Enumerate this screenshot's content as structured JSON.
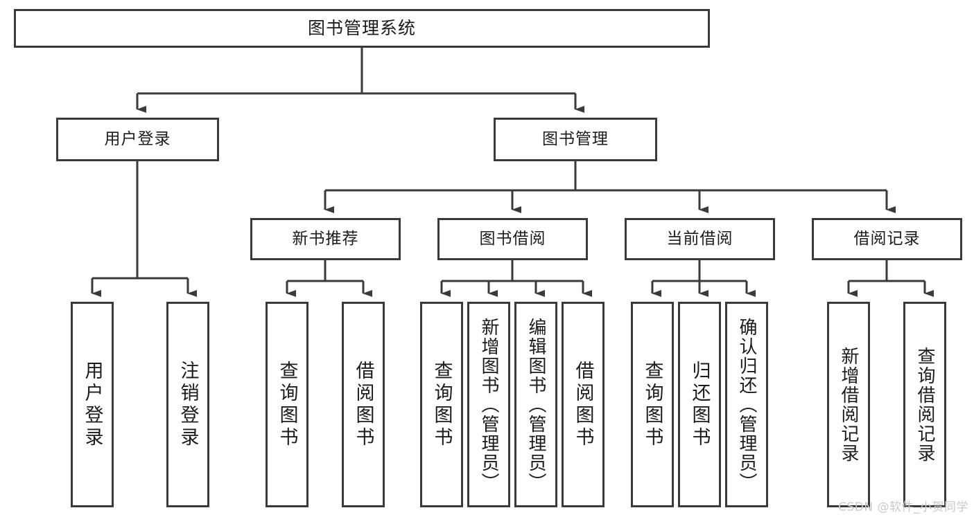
{
  "diagram": {
    "title": "图书管理系统",
    "type": "tree",
    "root": {
      "label": "图书管理系统"
    },
    "level2": [
      {
        "label": "用户登录"
      },
      {
        "label": "图书管理"
      }
    ],
    "level3": [
      {
        "label": "新书推荐"
      },
      {
        "label": "图书借阅"
      },
      {
        "label": "当前借阅"
      },
      {
        "label": "借阅记录"
      }
    ],
    "leaves": {
      "user_login": [
        {
          "label": "用户登录"
        },
        {
          "label": "注销登录"
        }
      ],
      "new_book": [
        {
          "label": "查询图书"
        },
        {
          "label": "借阅图书"
        }
      ],
      "book_borrow": [
        {
          "label": "查询图书"
        },
        {
          "label": "新增图书（管理员）"
        },
        {
          "label": "编辑图书（管理员）"
        },
        {
          "label": "借阅图书"
        }
      ],
      "current_borrow": [
        {
          "label": "查询图书"
        },
        {
          "label": "归还图书"
        },
        {
          "label": "确认归还（管理员）"
        }
      ],
      "borrow_record": [
        {
          "label": "新增借阅记录"
        },
        {
          "label": "查询借阅记录"
        }
      ]
    }
  },
  "watermark": {
    "text": "CSDN @软件_小贺同学"
  },
  "colors": {
    "stroke": "#3a3a3a",
    "background": "#ffffff",
    "text": "#1b1b1b",
    "watermark": "#c9c9c9"
  }
}
